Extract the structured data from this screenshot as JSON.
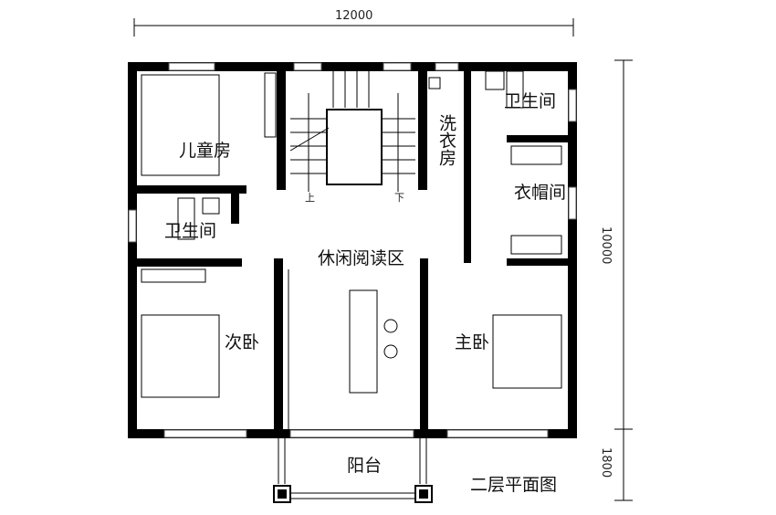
{
  "title": "二层平面图",
  "dimensions": {
    "width_total": "12000",
    "depth_main": "10000",
    "depth_balcony": "1800"
  },
  "rooms": {
    "kids_room": "儿童房",
    "bathroom_left": "卫生间",
    "bathroom_right": "卫生间",
    "laundry": "洗衣房",
    "cloakroom": "衣帽间",
    "reading_area": "休闲阅读区",
    "second_bedroom": "次卧",
    "master_bedroom": "主卧",
    "balcony": "阳台"
  },
  "stairs": {
    "up": "上",
    "down": "下"
  }
}
